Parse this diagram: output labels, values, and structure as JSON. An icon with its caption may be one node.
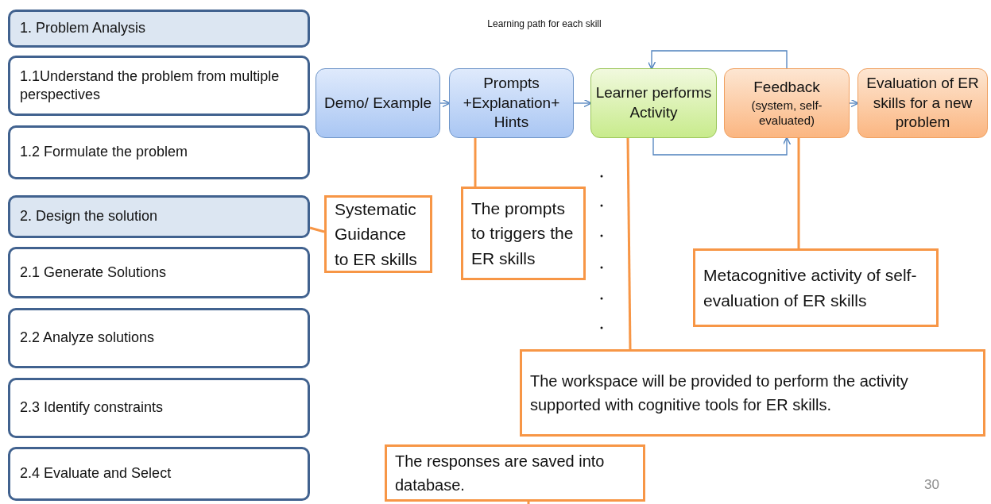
{
  "diagram": {
    "title": "Learning path for each skill",
    "nodes": [
      {
        "text": [
          "1. Problem Analysis"
        ]
      },
      {
        "text": [
          "1.1Understand the problem from multiple perspectives"
        ]
      },
      {
        "text": [
          "1.2 Formulate the problem"
        ]
      },
      {
        "text": [
          "2. Design the solution"
        ]
      },
      {
        "text": [
          "2.1 Generate Solutions"
        ]
      },
      {
        "text": [
          "2.2 Analyze solutions"
        ]
      },
      {
        "text": [
          "2.3 Identify constraints"
        ]
      },
      {
        "text": [
          "2.4 Evaluate and Select"
        ]
      },
      {
        "text": [
          "Demo/ Example"
        ]
      },
      {
        "text": [
          "Prompts +Explanation+ Hints"
        ]
      },
      {
        "text": [
          "Learner performs Activity"
        ]
      },
      {
        "text": [
          "Feedback",
          "(system, self-evaluated)"
        ]
      },
      {
        "text": [
          "Evaluation of ER skills for a new problem"
        ]
      },
      {
        "text": [
          "Systematic Guidance to ER skills"
        ]
      },
      {
        "text": [
          "The prompts to triggers the ER skills"
        ]
      },
      {
        "text": [
          "Metacognitive activity of self-evaluation of ER skills"
        ]
      },
      {
        "text": [
          "The workspace will be provided to perform the activity supported with cognitive tools for ER skills."
        ]
      },
      {
        "text": [
          "The responses are saved into database."
        ]
      }
    ],
    "edges": [
      {
        "from": 8,
        "to": 9,
        "arrow": "to"
      },
      {
        "from": 9,
        "to": 10,
        "arrow": "to"
      },
      {
        "from": 10,
        "to": 11,
        "arrow": "to"
      },
      {
        "from": 11,
        "to": 10,
        "arrow": "to"
      },
      {
        "from": 11,
        "to": 12,
        "arrow": "to"
      },
      {
        "from": 13,
        "to": 3,
        "arrow": "none",
        "color": "#f79646"
      },
      {
        "from": 14,
        "to": 9,
        "arrow": "none",
        "color": "#f79646"
      },
      {
        "from": 16,
        "to": 10,
        "arrow": "none",
        "color": "#f79646"
      },
      {
        "from": 15,
        "to": 11,
        "arrow": "none",
        "color": "#f79646"
      },
      {
        "from": 17,
        "to": null,
        "arrow": "none",
        "color": "#f79646"
      }
    ],
    "labels": [
      "30"
    ]
  }
}
